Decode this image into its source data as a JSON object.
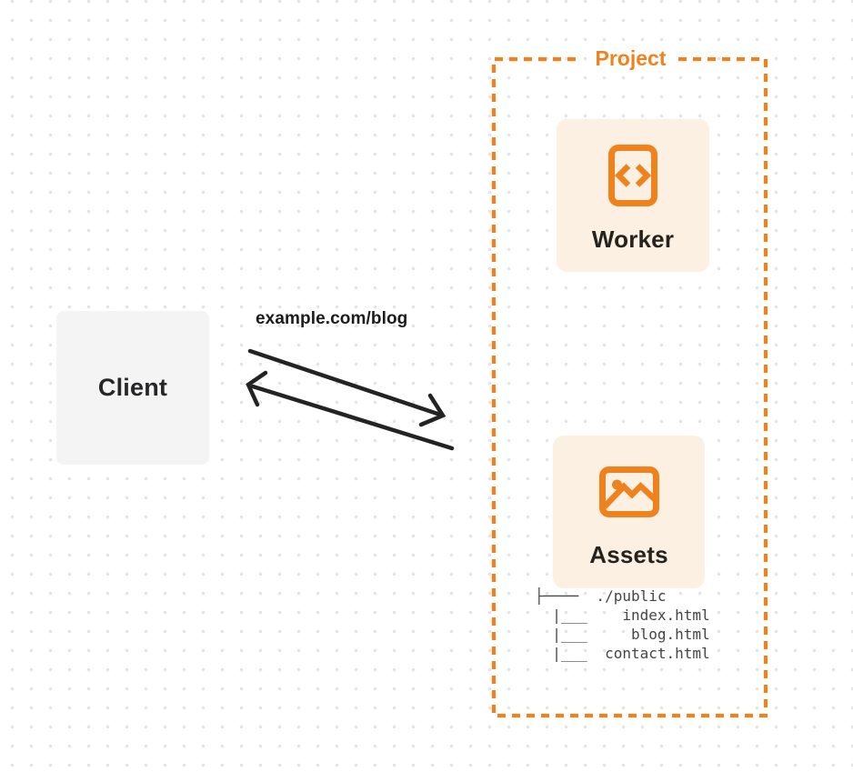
{
  "diagram": {
    "client": {
      "label": "Client"
    },
    "request_label": "example.com/blog",
    "project": {
      "label": "Project",
      "worker": {
        "label": "Worker",
        "icon": "code-document-icon"
      },
      "assets": {
        "label": "Assets",
        "icon": "image-icon"
      },
      "file_tree": {
        "lines": [
          "├────  ./public",
          "  |___    index.html",
          "  |___     blog.html",
          "  |___  contact.html"
        ]
      }
    },
    "colors": {
      "orange": "#f0821e",
      "card_background": "#fbf0e2",
      "client_background": "#f4f4f5",
      "arrow_ink": "#232323",
      "label_ink": "#26231e",
      "tree_ink": "#454545",
      "dot_grid": "#e4e4e7"
    }
  }
}
